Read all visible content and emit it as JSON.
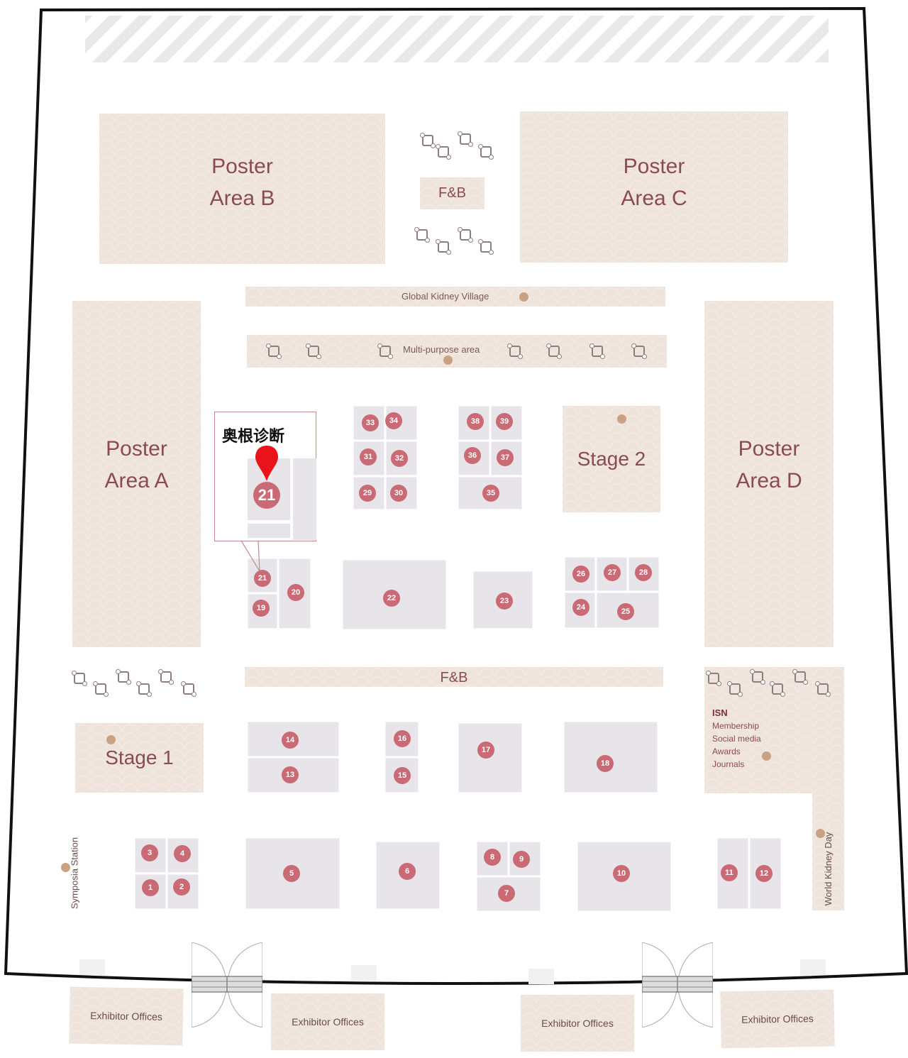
{
  "areas": {
    "poster_b": [
      "Poster",
      "Area B"
    ],
    "poster_c": [
      "Poster",
      "Area C"
    ],
    "poster_a": [
      "Poster",
      "Area A"
    ],
    "poster_d": [
      "Poster",
      "Area D"
    ],
    "stage_1": "Stage 1",
    "stage_2": "Stage 2",
    "fb_top": "F&B",
    "fb_middle": "F&B",
    "global_kidney_village": "Global Kidney Village",
    "multi_purpose": "Multi-purpose area",
    "symposia_station": "Symposia Station",
    "world_kidney_day": "World Kidney Day",
    "isn": {
      "title": "ISN",
      "items": [
        "Membership",
        "Social media",
        "Awards",
        "Journals"
      ]
    },
    "exhibitor_offices": [
      "Exhibitor Offices",
      "Exhibitor Offices",
      "Exhibitor Offices",
      "Exhibitor Offices"
    ]
  },
  "callout": {
    "company": "奥根诊断",
    "booth": "21"
  },
  "booths": [
    "1",
    "2",
    "3",
    "4",
    "5",
    "6",
    "7",
    "8",
    "9",
    "10",
    "11",
    "12",
    "13",
    "14",
    "15",
    "16",
    "17",
    "18",
    "19",
    "20",
    "21",
    "22",
    "23",
    "24",
    "25",
    "26",
    "27",
    "28",
    "29",
    "30",
    "31",
    "32",
    "33",
    "34",
    "35",
    "36",
    "37",
    "38",
    "39"
  ],
  "colors": {
    "badge": "#c96a74",
    "area": "#efe4dc",
    "booth": "#e7e5ea",
    "pin": "#e8141b"
  }
}
